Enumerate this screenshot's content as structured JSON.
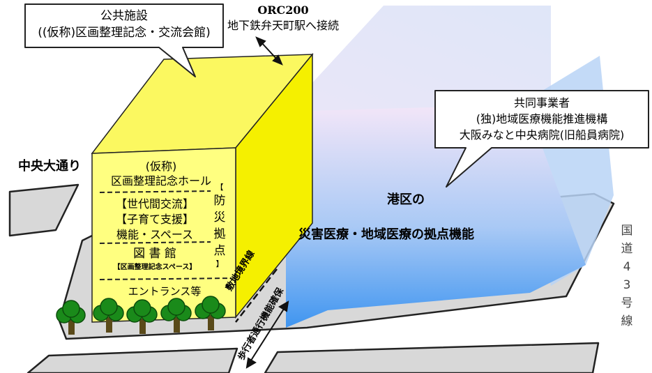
{
  "public_facility_callout": {
    "title": "公共施設",
    "subtitle": "((仮称)区画整理記念・交流会館)"
  },
  "orc_note": {
    "line1": "ORC200",
    "line2": "地下鉄弁天町駅へ接続"
  },
  "partner_callout": {
    "title": "共同事業者",
    "line1": "(独)地域医療機能推進機構",
    "line2": "大阪みなと中央病院(旧船員病院)"
  },
  "street_chuo": "中央大通り",
  "yellow_building": {
    "hall_line1": "(仮称)",
    "hall_line2": "区画整理記念ホール",
    "exchange": "【世代間交流】",
    "childcare": "【子育て支援】",
    "function_space": "機能・スペース",
    "library": "図 書 館",
    "memorial_space": "【区画整理記念スペース】",
    "entrance": "エントランス等",
    "disaster_base_chars": [
      "【",
      "防",
      "災",
      "拠",
      "点",
      "】"
    ]
  },
  "blue_building": {
    "ward": "港区の",
    "function": "災害医療・地域医療の拠点機能"
  },
  "route43_chars": [
    "国",
    "道",
    "4",
    "3",
    "号",
    "線"
  ],
  "boundary_label": "敷地境界線",
  "pedestrian_label": "歩行者通行機能確保",
  "colors": {
    "yellow_front": "#ffff80",
    "yellow_side": "#f5f000",
    "yellow_top": "#fbf860",
    "blue_front_top": "#f3e6f8",
    "blue_front_bottom": "#3f95f0",
    "ground": "#d8d8d8",
    "tree": "#1a8a1a"
  }
}
